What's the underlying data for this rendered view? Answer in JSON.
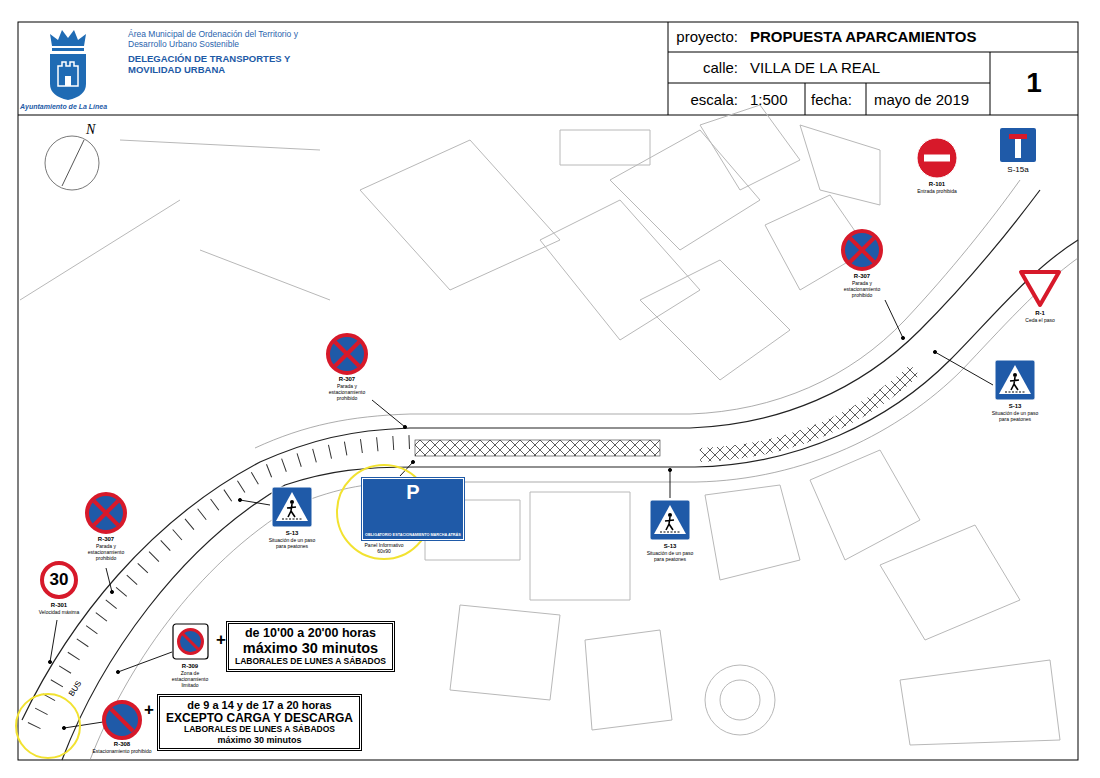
{
  "diagram": {
    "nodes": [
      {
        "text": [
          "de 10'00 a 20'00 horas",
          "máximo 30 minutos",
          "LABORALES DE LUNES A SÁBADOS"
        ]
      },
      {
        "text": [
          "de 9 a 14 y de 17 a 20 horas",
          "EXCEPTO CARGA Y DESCARGA",
          "LABORALES DE LUNES A SÁBADOS",
          "máximo 30 minutos"
        ]
      },
      {
        "text": [
          "30"
        ]
      },
      {
        "text": [
          "P",
          "OBLIGATORIO ESTACIONAMIENTO MARCHA ATRÁS"
        ]
      },
      {
        "text": [
          "1"
        ]
      }
    ],
    "labels": [
      "Área Municipal de Ordenación del Territorio y Desarrollo Urbano Sostenible",
      "DELEGACIÓN DE TRANSPORTES Y MOVILIDAD URBANA",
      "Ayuntamiento de La Línea",
      "proyecto:",
      "PROPUESTA APARCAMIENTOS",
      "calle:",
      "VILLA DE LA REAL",
      "escala:",
      "1:500",
      "fecha:",
      "mayo de 2019",
      "N",
      "R-101",
      "Entrada prohibida",
      "S-15a",
      "R-307",
      "Parada y estacionamiento prohibido",
      "R-1",
      "Ceda el paso",
      "S-13",
      "Situación de un paso para peatones",
      "R-307",
      "Parada y estacionamiento prohibido",
      "S-13",
      "Situación de un paso para peatones",
      "Panel Informativo 60x90",
      "S-13",
      "Situación de un paso para peatones",
      "R-307",
      "Parada y estacionamiento prohibido",
      "R-301",
      "Velocidad máxima",
      "R-309",
      "Zona de estacionamiento limitado",
      "+",
      "R-308",
      "Estacionamiento prohibido",
      "+",
      "BUS"
    ]
  }
}
